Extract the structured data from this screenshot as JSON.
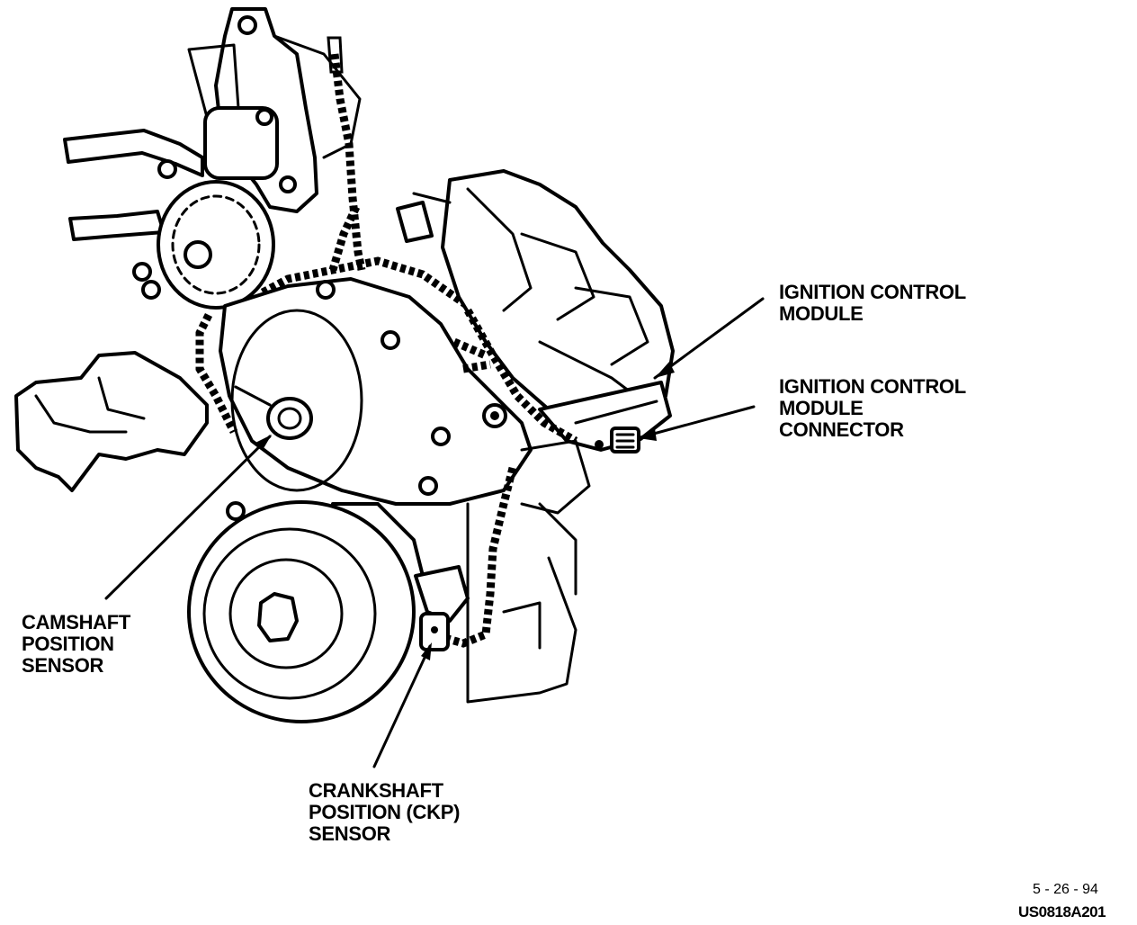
{
  "diagram": {
    "callouts": {
      "icm": [
        "IGNITION CONTROL",
        "MODULE"
      ],
      "icm_connector": [
        "IGNITION CONTROL",
        "MODULE",
        "CONNECTOR"
      ],
      "cmp": [
        "CAMSHAFT",
        "POSITION",
        "SENSOR"
      ],
      "ckp": [
        "CRANKSHAFT",
        "POSITION (CKP)",
        "SENSOR"
      ]
    },
    "footer": {
      "date": "5 - 26 - 94",
      "figure_id": "US0818A201"
    }
  }
}
